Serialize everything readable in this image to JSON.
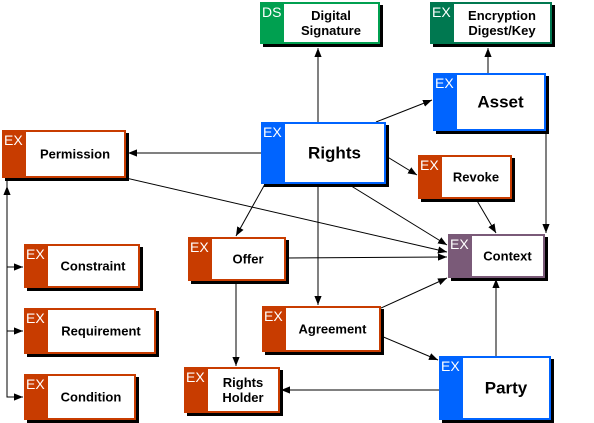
{
  "colors": {
    "red": "#c83c00",
    "blue": "#0064ff",
    "green": "#00a050",
    "darkgreen": "#007850",
    "purple": "#7a5a78",
    "edge": "#000000"
  },
  "nodes": {
    "digital_signature": {
      "tag": "DS",
      "lines": [
        "Digital",
        "Signature"
      ],
      "color": "green"
    },
    "encryption": {
      "tag": "EX",
      "lines": [
        "Encryption",
        "Digest/Key"
      ],
      "color": "darkgreen"
    },
    "asset": {
      "tag": "EX",
      "lines": [
        "Asset"
      ],
      "color": "blue"
    },
    "rights": {
      "tag": "EX",
      "lines": [
        "Rights"
      ],
      "color": "blue"
    },
    "permission": {
      "tag": "EX",
      "lines": [
        "Permission"
      ],
      "color": "red"
    },
    "revoke": {
      "tag": "EX",
      "lines": [
        "Revoke"
      ],
      "color": "red"
    },
    "offer": {
      "tag": "EX",
      "lines": [
        "Offer"
      ],
      "color": "red"
    },
    "context": {
      "tag": "EX",
      "lines": [
        "Context"
      ],
      "color": "purple"
    },
    "constraint": {
      "tag": "EX",
      "lines": [
        "Constraint"
      ],
      "color": "red"
    },
    "agreement": {
      "tag": "EX",
      "lines": [
        "Agreement"
      ],
      "color": "red"
    },
    "requirement": {
      "tag": "EX",
      "lines": [
        "Requirement"
      ],
      "color": "red"
    },
    "rights_holder": {
      "tag": "EX",
      "lines": [
        "Rights",
        "Holder"
      ],
      "color": "red"
    },
    "party": {
      "tag": "EX",
      "lines": [
        "Party"
      ],
      "color": "blue"
    },
    "condition": {
      "tag": "EX",
      "lines": [
        "Condition"
      ],
      "color": "red"
    }
  },
  "edges": [
    {
      "from": "rights",
      "to": "digital_signature"
    },
    {
      "from": "asset",
      "to": "encryption"
    },
    {
      "from": "rights",
      "to": "asset"
    },
    {
      "from": "rights",
      "to": "permission"
    },
    {
      "from": "rights",
      "to": "revoke"
    },
    {
      "from": "rights",
      "to": "offer"
    },
    {
      "from": "rights",
      "to": "agreement"
    },
    {
      "from": "rights",
      "to": "context"
    },
    {
      "from": "permission",
      "to": "context"
    },
    {
      "from": "asset",
      "to": "context"
    },
    {
      "from": "revoke",
      "to": "context"
    },
    {
      "from": "offer",
      "to": "context"
    },
    {
      "from": "agreement",
      "to": "context"
    },
    {
      "from": "party",
      "to": "context"
    },
    {
      "from": "offer",
      "to": "rights_holder"
    },
    {
      "from": "agreement",
      "to": "party"
    },
    {
      "from": "party",
      "to": "rights_holder"
    },
    {
      "from": "permission",
      "to": "constraint"
    },
    {
      "from": "permission",
      "to": "requirement"
    },
    {
      "from": "permission",
      "to": "condition"
    }
  ]
}
